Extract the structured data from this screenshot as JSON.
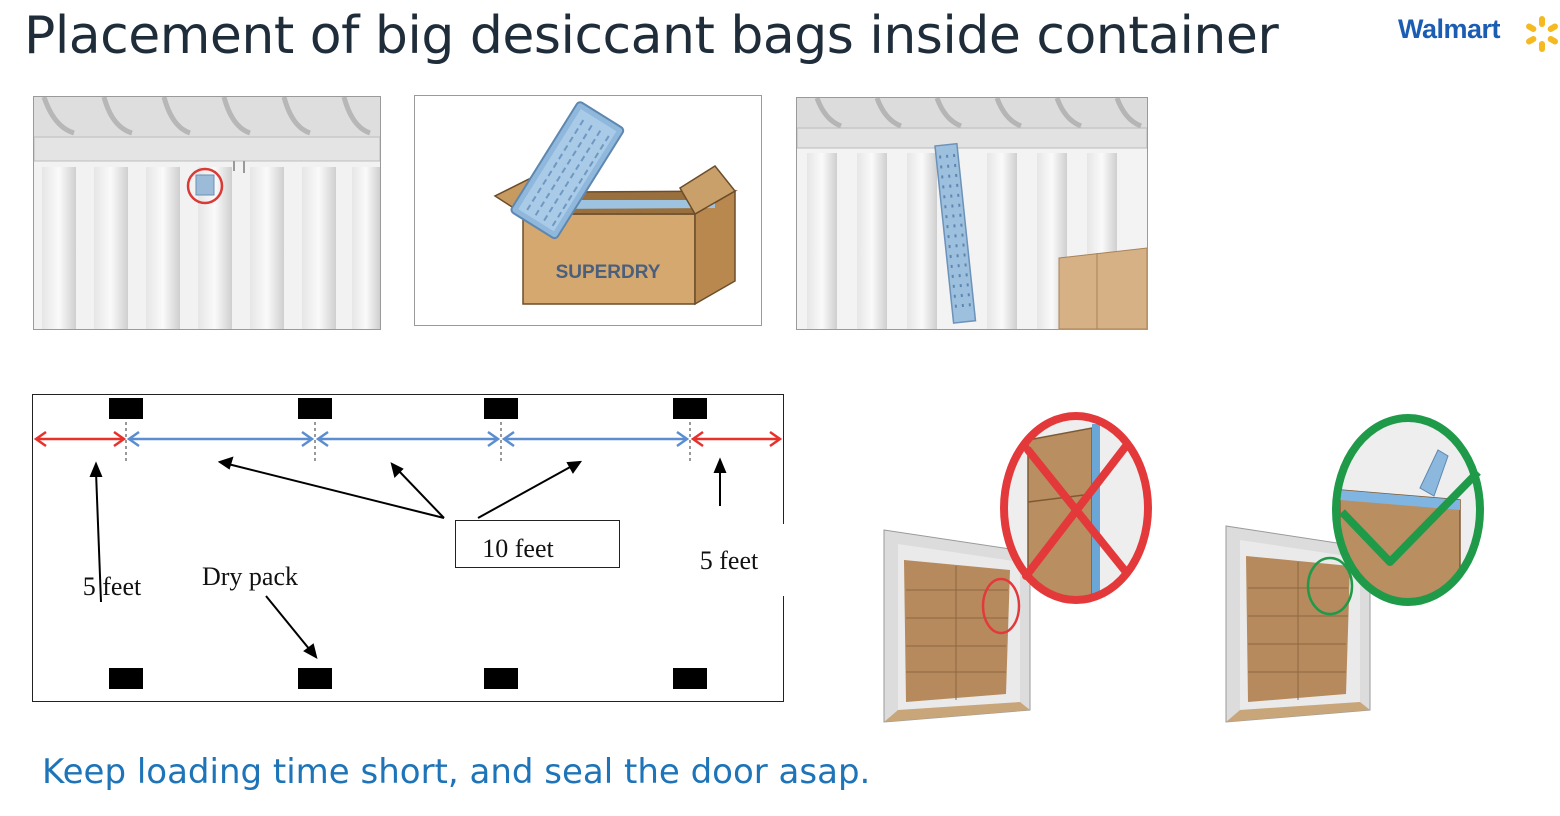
{
  "slide": {
    "title": "Placement of big desiccant bags inside container",
    "logo_text": "Walmart",
    "footer_note": "Keep loading time short, and seal the door asap."
  },
  "photos": {
    "box_label": "SUPERDRY"
  },
  "diagram": {
    "label_left_gap": "5 feet",
    "label_right_gap": "5 feet",
    "label_spacing": "10 feet",
    "label_dry_pack": "Dry pack",
    "colors": {
      "end_gap": "#e8312b",
      "spacing": "#5b8ed0",
      "pack": "#000000"
    }
  },
  "comparison": {
    "wrong_color": "#e4393a",
    "correct_color": "#1f9a49",
    "wrong_icon": "cross-icon",
    "correct_icon": "checkmark-icon"
  }
}
